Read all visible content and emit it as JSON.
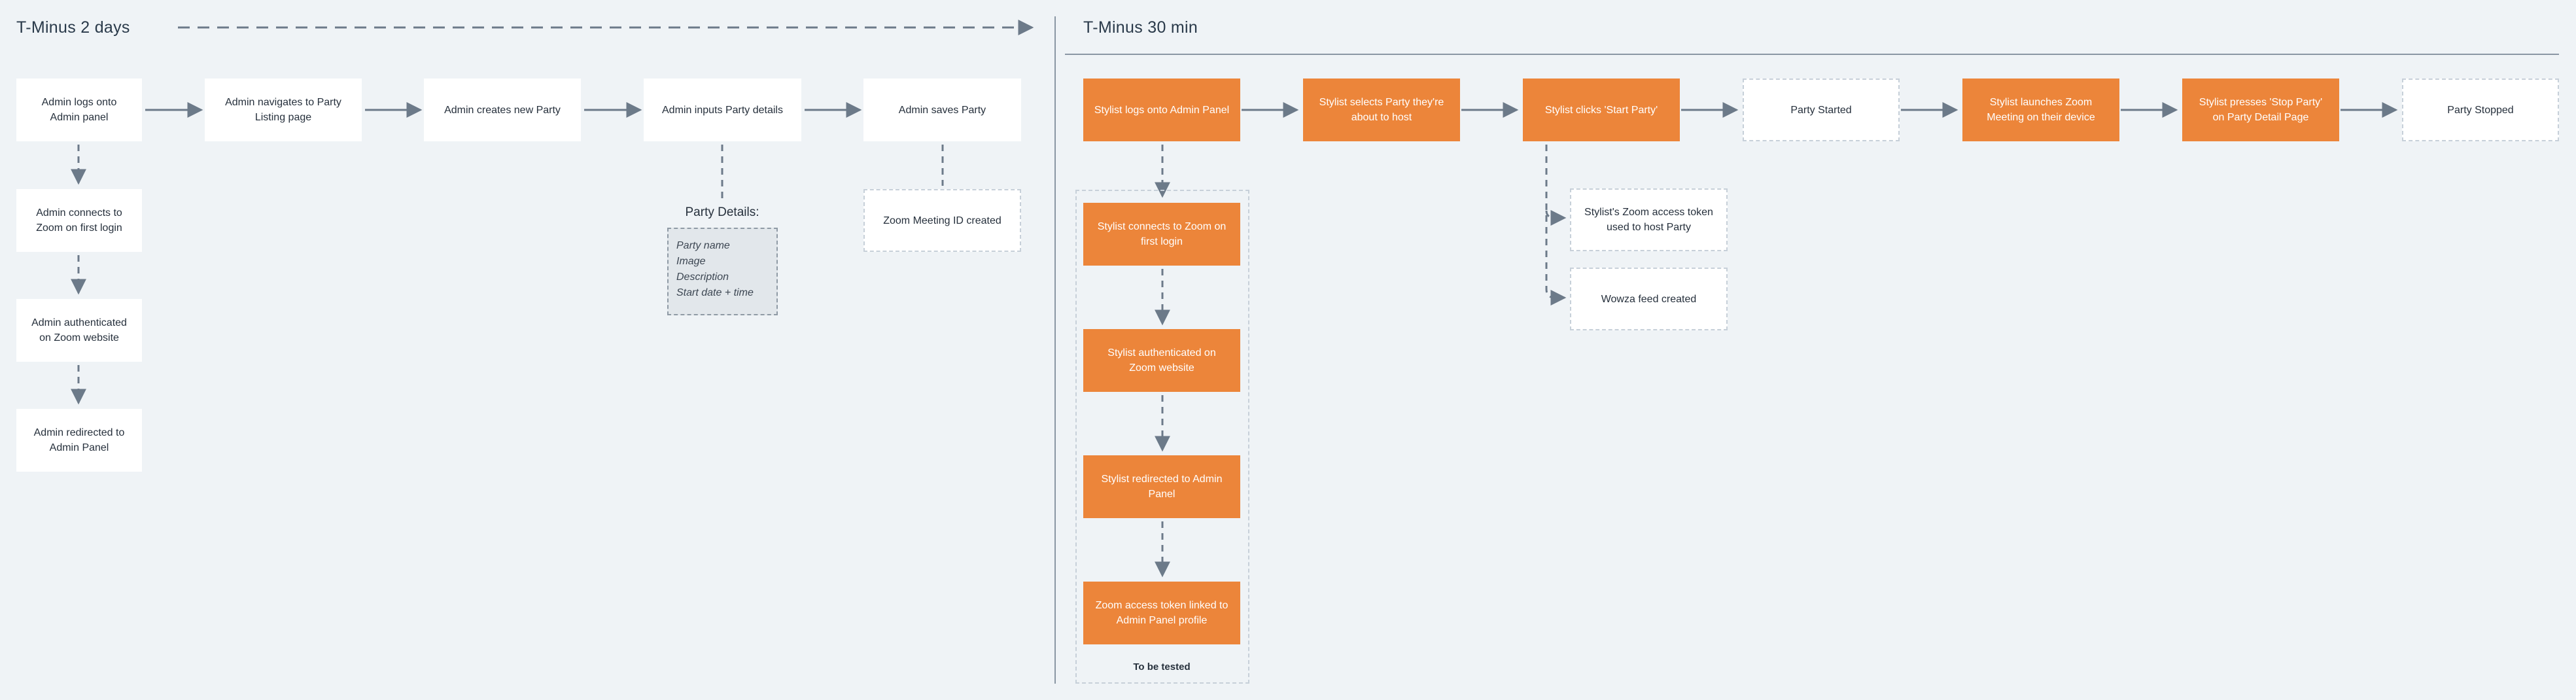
{
  "sections": {
    "left_title": "T-Minus 2 days",
    "right_title": "T-Minus 30 min"
  },
  "admin_flow": {
    "steps": [
      "Admin logs onto Admin panel",
      "Admin navigates to Party Listing page",
      "Admin creates new Party",
      "Admin inputs Party details",
      "Admin saves Party"
    ],
    "zoom_steps": [
      "Admin connects to Zoom on first login",
      "Admin authenticated on Zoom website",
      "Admin redirected to Admin Panel"
    ],
    "party_details_label": "Party Details:",
    "party_details_fields": [
      "Party name",
      "Image",
      "Description",
      "Start date + time"
    ],
    "zoom_meeting_created": "Zoom Meeting ID created"
  },
  "stylist_flow": {
    "steps": [
      "Stylist logs onto Admin Panel",
      "Stylist selects Party they're about to host",
      "Stylist clicks 'Start Party'",
      "Party Started",
      "Stylist launches Zoom Meeting on their device",
      "Stylist presses 'Stop Party' on Party Detail Page",
      "Party Stopped"
    ],
    "zoom_steps": [
      "Stylist connects to Zoom on first login",
      "Stylist authenticated on Zoom website",
      "Stylist redirected to Admin Panel",
      "Zoom access token linked to Admin Panel profile"
    ],
    "to_be_tested_label": "To be tested",
    "start_party_results": [
      "Stylist's Zoom access token used to host Party",
      "Wowza feed created"
    ]
  },
  "colors": {
    "background": "#eff3f6",
    "accent_orange": "#ec853a",
    "connector": "#6c7a89",
    "divider": "#8a96a3"
  }
}
